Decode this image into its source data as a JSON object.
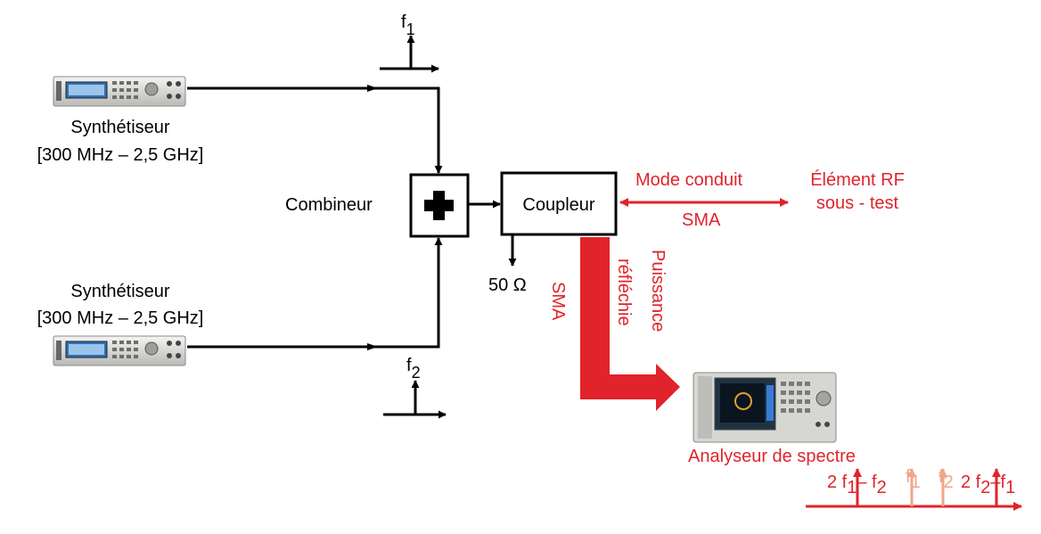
{
  "colors": {
    "line": "#000000",
    "accent": "#e1232b",
    "accent_light": "#f2a488"
  },
  "generator_top": {
    "label_line1": "Synthétiseur",
    "label_line2": "[300 MHz – 2,5 GHz]",
    "tone": "f",
    "tone_sub": "1"
  },
  "generator_bottom": {
    "label_line1": "Synthétiseur",
    "label_line2": "[300 MHz – 2,5 GHz]",
    "tone": "f",
    "tone_sub": "2"
  },
  "combiner": {
    "label": "Combineur",
    "symbol": "plus-icon"
  },
  "coupler": {
    "label": "Coupleur",
    "termination": "50 Ω"
  },
  "conducted_link": {
    "label_top": "Mode conduit",
    "label_bottom": "SMA"
  },
  "dut": {
    "label_line1": "Élément RF",
    "label_line2": "sous - test"
  },
  "reflected_path": {
    "connector": "SMA",
    "label_line1": "Puissance",
    "label_line2": "réfléchie"
  },
  "analyzer": {
    "label": "Analyseur de spectre"
  },
  "spectrum": {
    "im3_low": {
      "prefix": "2 f",
      "sub_a": "1",
      "mid": "– f",
      "sub_b": "2"
    },
    "tone_1": {
      "base": "f",
      "sub": "1"
    },
    "tone_2": {
      "base": "f",
      "sub": "2"
    },
    "im3_high": {
      "prefix": "2 f",
      "sub_a": "2",
      "mid": "–f",
      "sub_b": "1"
    }
  }
}
